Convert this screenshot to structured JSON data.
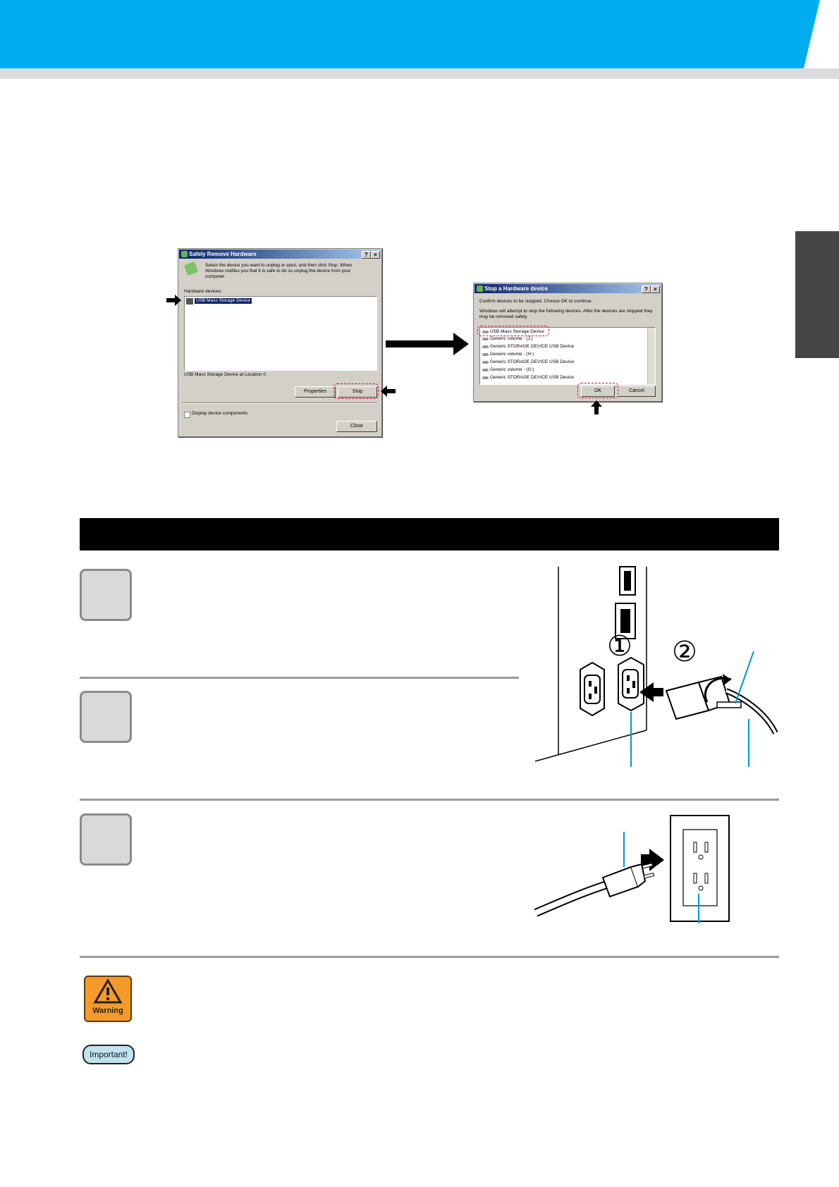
{
  "colors": {
    "header_blue": "#00aeef",
    "accent_blue": "#0096d6",
    "highlight_red": "#c8102e",
    "warning_orange": "#f39a2b"
  },
  "dialog_remove": {
    "title": "Safely Remove Hardware",
    "help_btn": "?",
    "close_btn": "×",
    "instructions": "Select the device you want to unplug or eject, and then click Stop. When Windows notifies you that it is safe to do so unplug the device from your computer.",
    "devices_label": "Hardware devices:",
    "selected_device": "USB Mass Storage Device",
    "location_text": "USB Mass Storage Device at Location 0",
    "properties_btn": "Properties",
    "stop_btn": "Stop",
    "display_components": "Display device components",
    "close_label": "Close"
  },
  "dialog_stop": {
    "title": "Stop a Hardware device",
    "help_btn": "?",
    "close_btn": "×",
    "confirm_text": "Confirm devices to be stopped, Choose OK to continue.",
    "info_text": "Windows will attempt to stop the following devices. After the devices are stopped they may be removed safely.",
    "devices": [
      "USB Mass Storage Device",
      "Generic volume - (J:)",
      "Generic STORAGE DEVICE USB Device",
      "Generic volume - (H:)",
      "Generic STORAGE DEVICE USB Device",
      "Generic volume - (G:)",
      "Generic STORAGE DEVICE USB Device"
    ],
    "ok_btn": "OK",
    "cancel_btn": "Cancel"
  },
  "figure1": {
    "marker1": "①",
    "marker2": "②"
  },
  "warning_icon": {
    "label": "Warning",
    "icon": "warning-triangle-icon"
  },
  "important_icon": {
    "label": "Important!"
  }
}
